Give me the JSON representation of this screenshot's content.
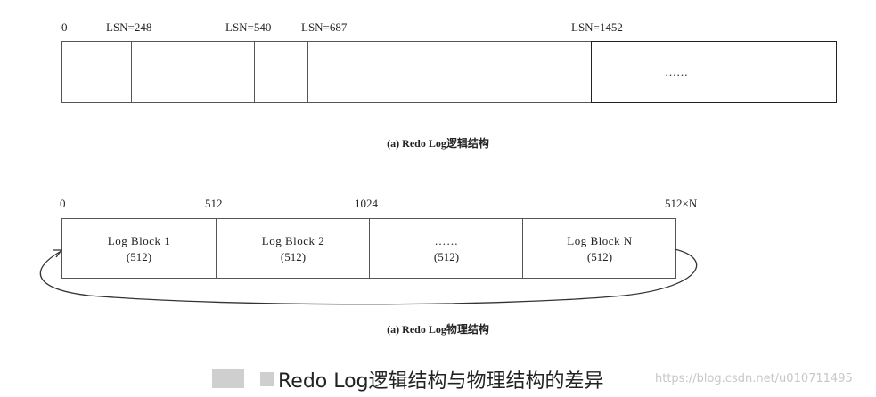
{
  "logical": {
    "labels": [
      "0",
      "LSN=248",
      "LSN=540",
      "LSN=687",
      "LSN=1452"
    ],
    "last_segment_text": "……",
    "caption": "(a) Redo Log逻辑结构"
  },
  "physical": {
    "offsets": [
      "0",
      "512",
      "1024",
      "512×N"
    ],
    "blocks": [
      {
        "title": "Log Block 1",
        "size": "(512)"
      },
      {
        "title": "Log Block 2",
        "size": "(512)"
      },
      {
        "title": "……",
        "size": "(512)"
      },
      {
        "title": "Log Block N",
        "size": "(512)"
      }
    ],
    "caption": "(a) Redo Log物理结构"
  },
  "figure_title": "Redo Log逻辑结构与物理结构的差异",
  "watermark": "https://blog.csdn.net/u010711495"
}
